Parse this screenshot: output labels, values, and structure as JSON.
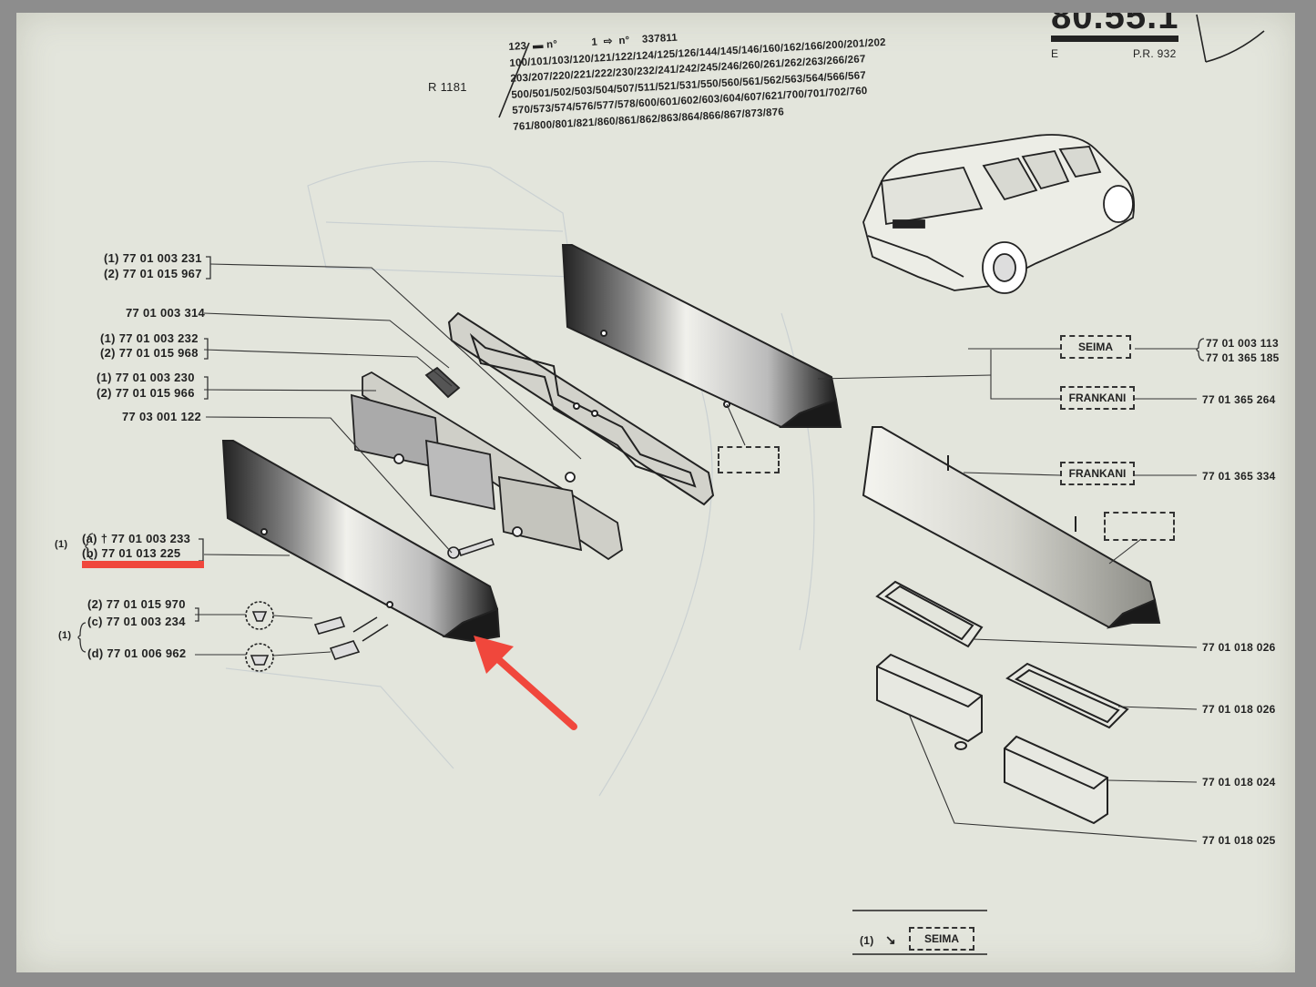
{
  "header": {
    "sheet_number": "80.55.1",
    "sheet_letter": "E",
    "pr_number": "P.R. 932",
    "model_ref": "R 1181",
    "serial_prefix": "123",
    "serial_n1": "n°",
    "serial_start": "1",
    "serial_n2": "n°",
    "serial_end": "337811",
    "variant_codes": [
      "100/101/103/120/121/122/124/125/126/144/145/146/160/162/166/200/201/202",
      "203/207/220/221/222/230/232/241/242/245/246/260/261/262/263/266/267",
      "500/501/502/503/504/507/511/521/531/550/560/561/562/563/564/566/567",
      "570/573/574/576/577/578/600/601/602/603/604/607/621/700/701/702/760",
      "761/800/801/821/860/861/862/863/864/866/867/873/876"
    ]
  },
  "left_parts": [
    {
      "line1": "(1) 77 01 003 231",
      "line2": "(2) 77 01 015 967"
    },
    {
      "line1": "77 01 003 314"
    },
    {
      "line1": "(1) 77 01 003 232",
      "line2": "(2) 77 01 015 968"
    },
    {
      "line1": "(1) 77 01 003 230",
      "line2": "(2) 77 01 015 966"
    },
    {
      "line1": "77 03 001 122"
    },
    {
      "group": "(1)",
      "line1": "(a) † 77 01 003 233",
      "line2": "(b)      77 01 013 225"
    },
    {
      "line1": "(2) 77 01 015 970"
    },
    {
      "group": "(1)",
      "line1": "(c) 77 01 003 234",
      "line2": "(d) 77 01 006 962"
    }
  ],
  "right_parts": {
    "seima_label": "SEIMA",
    "frankani_label_1": "FRANKANI",
    "frankani_label_2": "FRANKANI",
    "seima_codes": [
      "77 01 003 113",
      "77 01 365 185"
    ],
    "frankani_code_1": "77 01 365 264",
    "frankani_code_2": "77 01 365 334",
    "lower_codes": [
      "77 01 018 026",
      "77 01 018 026",
      "77 01 018 024",
      "77 01 018 025"
    ]
  },
  "footer": {
    "note_marker": "(1)",
    "note_arrow": "↘",
    "note_label": "SEIMA"
  },
  "colors": {
    "paper": "#e3e5dc",
    "ink": "#222222",
    "highlight": "#f0473c"
  }
}
